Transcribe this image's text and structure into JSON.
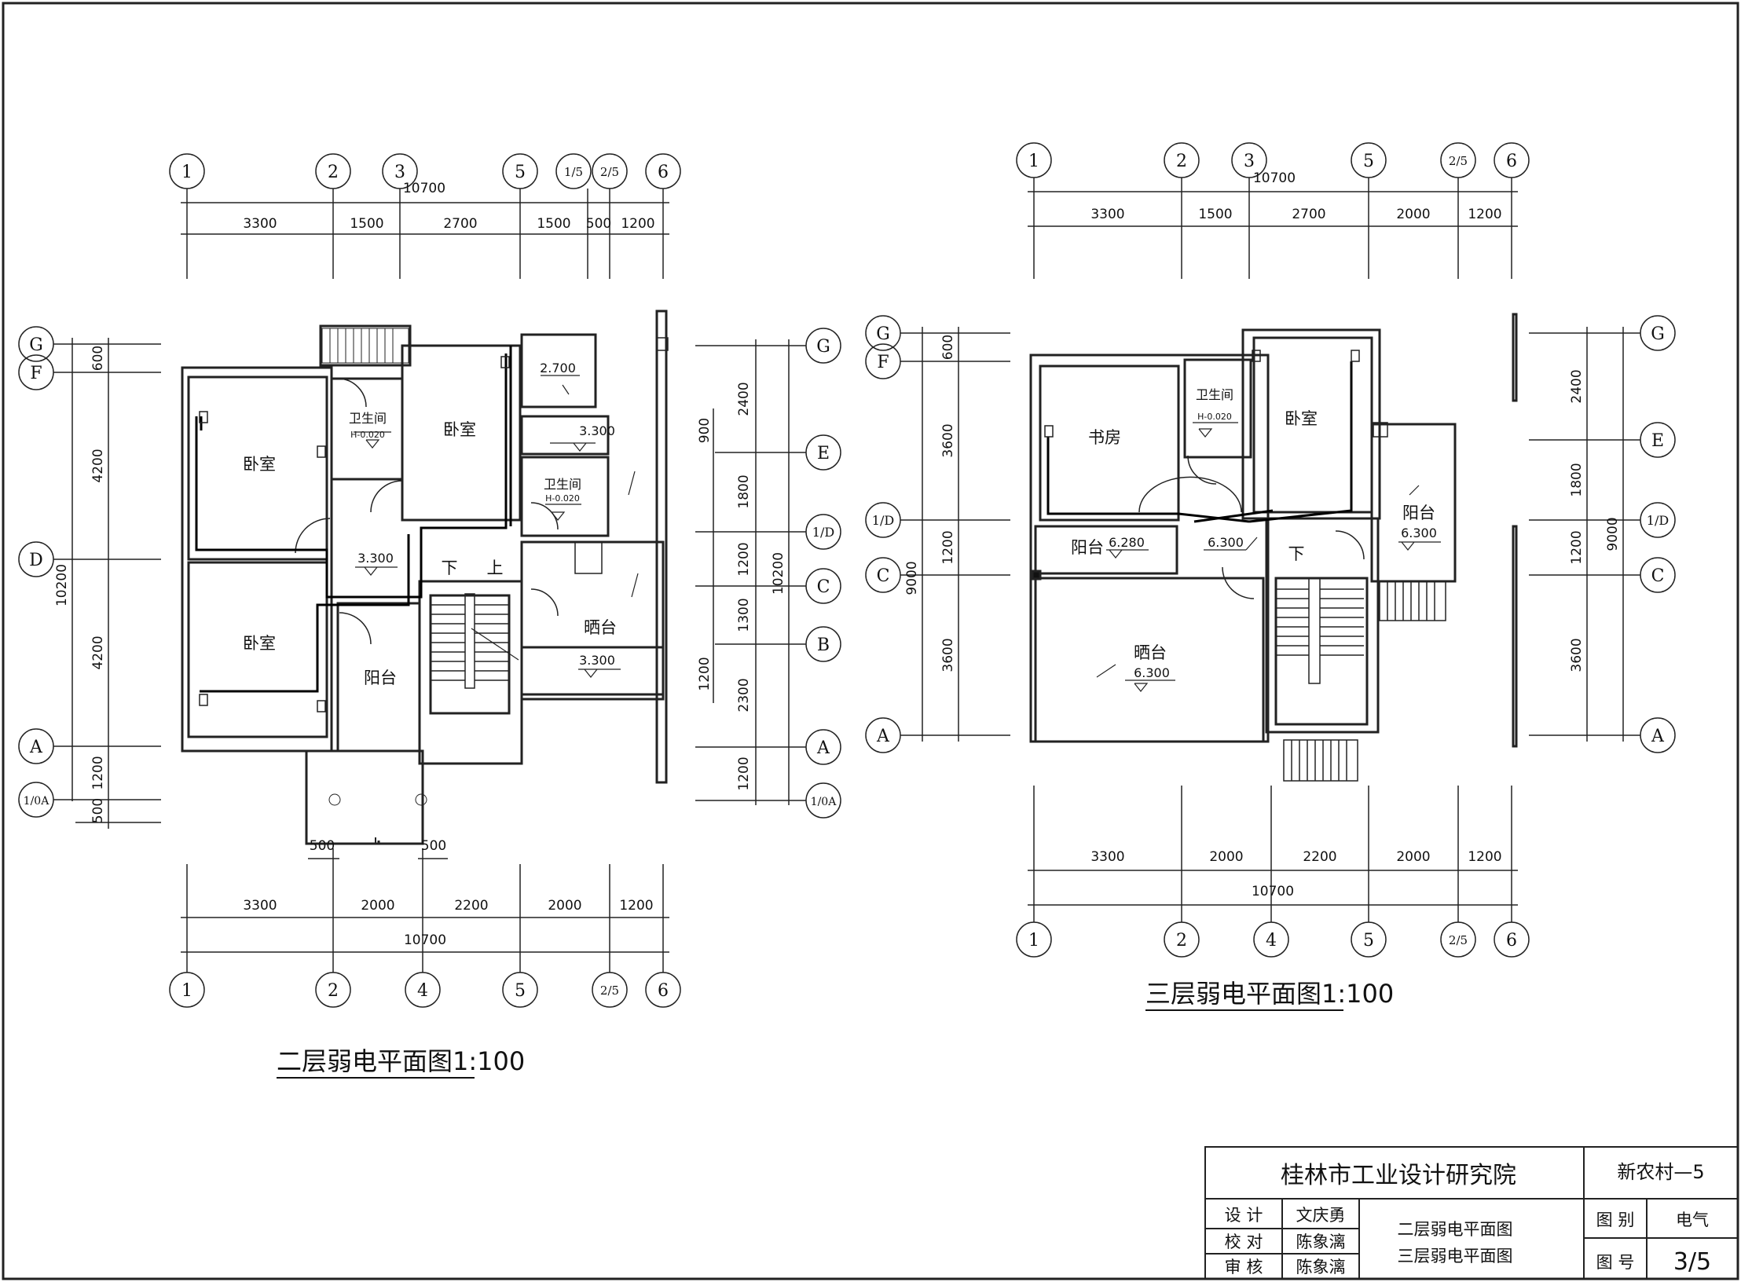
{
  "plan2": {
    "title": "二层弱电平面图1:100",
    "axes_top": [
      "1",
      "2",
      "3",
      "5",
      "1/5",
      "2/5",
      "6"
    ],
    "axes_bottom": [
      "1",
      "2",
      "4",
      "5",
      "2/5",
      "6"
    ],
    "axes_left": [
      "G",
      "F",
      "D",
      "A",
      "1/0A"
    ],
    "axes_right": [
      "G",
      "E",
      "1/D",
      "C",
      "B",
      "A",
      "1/0A"
    ],
    "top_total": "10700",
    "top_dims": [
      "3300",
      "1500",
      "2700",
      "1500",
      "500",
      "1200"
    ],
    "bottom_small": [
      "500",
      "500"
    ],
    "bottom_dims": [
      "3300",
      "2000",
      "2200",
      "2000",
      "1200"
    ],
    "bottom_total": "10700",
    "left_dims": [
      "600",
      "4200",
      "4200",
      "1200",
      "500"
    ],
    "left_total": "10200",
    "right_inner": [
      "900",
      "1200"
    ],
    "right_dims": [
      "2400",
      "1800",
      "1200",
      "1300",
      "2300",
      "1200"
    ],
    "right_total": "10200",
    "rooms": {
      "bed1": "卧室",
      "bed2": "卧室",
      "bed3": "卧室",
      "wc1": "卫生间",
      "wc2": "卫生间",
      "balcony": "阳台",
      "terrace": "晒台",
      "down": "下",
      "up": "上"
    },
    "levels": {
      "wc1": "H-0.020",
      "wc2": "H-0.020",
      "l1": "2.700",
      "l2": "3.300",
      "l3": "3.300",
      "l4": "3.300"
    }
  },
  "plan3": {
    "title": "三层弱电平面图1:100",
    "axes_top": [
      "1",
      "2",
      "3",
      "5",
      "2/5",
      "6"
    ],
    "axes_bottom": [
      "1",
      "2",
      "4",
      "5",
      "2/5",
      "6"
    ],
    "axes_left": [
      "G",
      "F",
      "1/D",
      "C",
      "A"
    ],
    "axes_right": [
      "G",
      "E",
      "1/D",
      "C",
      "A"
    ],
    "top_total": "10700",
    "top_dims": [
      "3300",
      "1500",
      "2700",
      "2000",
      "1200"
    ],
    "bottom_dims": [
      "3300",
      "2000",
      "2200",
      "2000",
      "1200"
    ],
    "bottom_total": "10700",
    "left_dims": [
      "600",
      "3600",
      "1200",
      "3600"
    ],
    "left_total": "9000",
    "right_dims": [
      "2400",
      "1800",
      "1200",
      "3600"
    ],
    "right_total": "9000",
    "rooms": {
      "study": "书房",
      "wc": "卫生间",
      "bed": "卧室",
      "balcony1": "阳台",
      "balcony2": "阳台",
      "terrace": "晒台",
      "down": "下"
    },
    "levels": {
      "wc": "H-0.020",
      "b1": "6.280",
      "stair": "6.300",
      "b2": "6.300",
      "t": "6.300"
    }
  },
  "title_block": {
    "company": "桂林市工业设计研究院",
    "project": "新农村—5",
    "row_labels": [
      "设 计",
      "校 对",
      "审 核"
    ],
    "row_names": [
      "文庆勇",
      "陈象漓",
      "陈象漓"
    ],
    "drawings": [
      "二层弱电平面图",
      "三层弱电平面图"
    ],
    "category_label": "图 别",
    "category": "电气",
    "number_label": "图 号",
    "number": "3/5"
  }
}
